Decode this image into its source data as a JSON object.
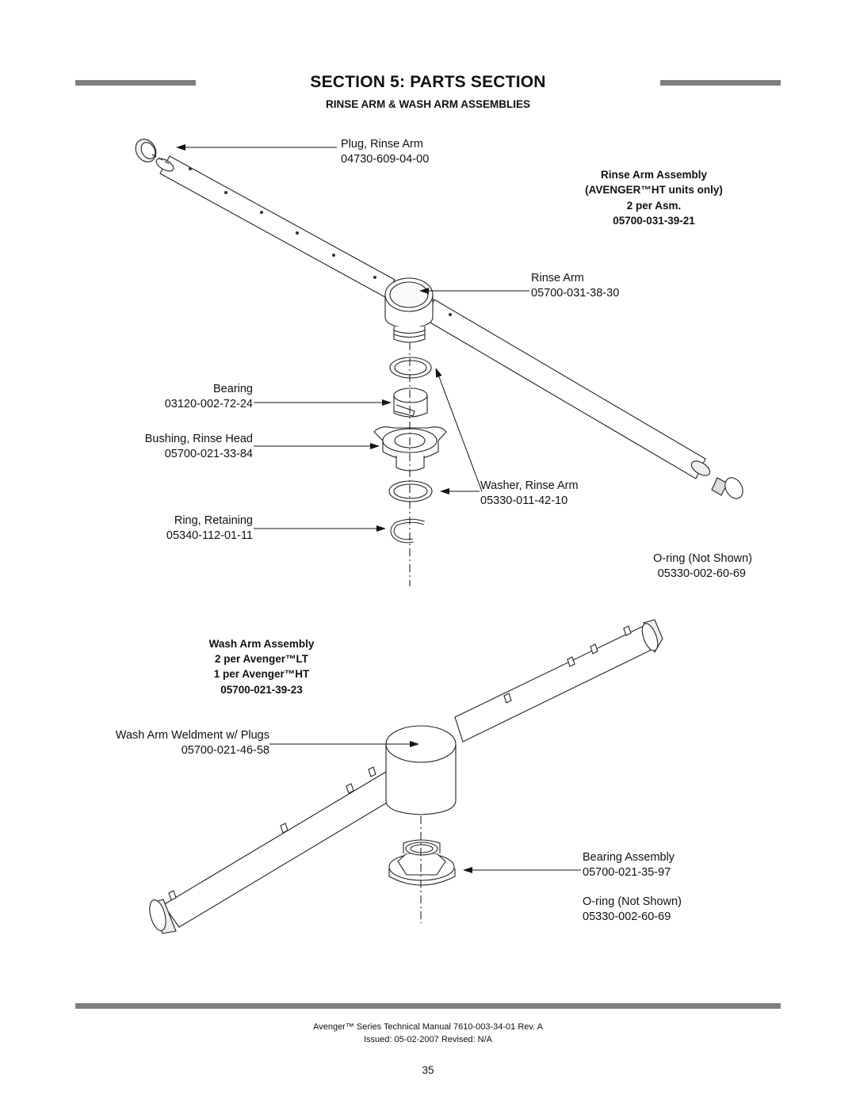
{
  "header": {
    "section_title": "SECTION 5: PARTS SECTION",
    "subsection_title": "RINSE ARM & WASH ARM ASSEMBLIES"
  },
  "rinse_assembly": {
    "title": "Rinse Arm Assembly",
    "line2": "(AVENGER™HT units only)",
    "line3": "2 per Asm.",
    "part": "05700-031-39-21"
  },
  "rinse_parts": [
    {
      "name": "Plug, Rinse Arm",
      "part": "04730-609-04-00"
    },
    {
      "name": "Rinse Arm",
      "part": "05700-031-38-30"
    },
    {
      "name": "Bearing",
      "part": "03120-002-72-24"
    },
    {
      "name": "Bushing, Rinse Head",
      "part": "05700-021-33-84"
    },
    {
      "name": "Washer, Rinse Arm",
      "part": "05330-011-42-10"
    },
    {
      "name": "Ring, Retaining",
      "part": "05340-112-01-11"
    },
    {
      "name": "O-ring (Not Shown)",
      "part": "05330-002-60-69"
    }
  ],
  "wash_assembly": {
    "title": "Wash Arm Assembly",
    "line2": "2 per Avenger™LT",
    "line3": "1 per Avenger™HT",
    "part": "05700-021-39-23"
  },
  "wash_parts": [
    {
      "name": "Wash Arm Weldment w/ Plugs",
      "part": "05700-021-46-58"
    },
    {
      "name": "Bearing Assembly",
      "part": "05700-021-35-97"
    },
    {
      "name": "O-ring (Not Shown)",
      "part": "05330-002-60-69"
    }
  ],
  "footer": {
    "line1": "Avenger™ Series Technical Manual 7610-003-34-01 Rev. A",
    "line2": "Issued: 05-02-2007  Revised: N/A",
    "page": "35"
  }
}
